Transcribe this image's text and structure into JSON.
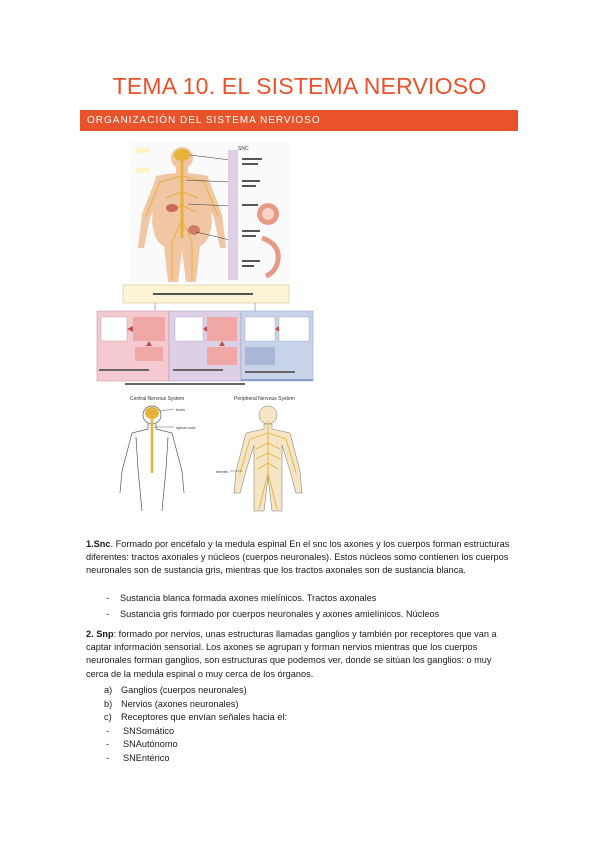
{
  "document": {
    "title": "TEMA 10. EL SISTEMA NERVIOSO",
    "section_heading": "ORGANIZACIÓN DEL SISTEMA NERVIOSO"
  },
  "figures": {
    "top_label": "SNC",
    "bottom_left_caption": "Central Nervous System",
    "bottom_right_caption": "Peripheral Nervous System",
    "bottom_left_labels": [
      "brain",
      "spinal cord"
    ],
    "bottom_right_labels": [
      "nerves"
    ]
  },
  "snc": {
    "prefix": "1.Snc",
    "text": ". Formado por encéfalo y la medula espinal En el snc los axones y los cuerpos forman estructuras diferentes: tractos axonales y núcleos (cuerpos neuronales). Estos núcleos somo contienen los cuerpos neuronales son de sustancia gris, mientras que los tractos axonales son de sustancia blanca.",
    "bullets": [
      {
        "marker": "-",
        "text": "Sustancia blanca formada axones mielínicos. Tractos axonales"
      },
      {
        "marker": "-",
        "text": "Sustancia gris formado por cuerpos neuronales y axones amielínicos. Núcleos"
      }
    ]
  },
  "snp": {
    "prefix": "2. Snp",
    "text": ": formado por nervios, unas estructuras llamadas ganglios y también por receptores que van a captar información sensorial.  Los axones se agrupan y forman nervios mientras que los cuerpos neuronales forman ganglios, son estructuras que podemos ver, donde se sitúan los ganglios: o muy cerca de la medula espinal o muy cerca de los órganos.",
    "items": [
      {
        "marker": "a)",
        "text": "Ganglios (cuerpos neuronales)"
      },
      {
        "marker": "b)",
        "text": "Nervios (axones neuronales)"
      },
      {
        "marker": "c)",
        "text": "Receptores que envían señales hacia el:"
      }
    ],
    "subitems": [
      {
        "marker": "-",
        "text": "SNSomático"
      },
      {
        "marker": "-",
        "text": "SNAutónomo"
      },
      {
        "marker": "-",
        "text": "SNEntérico"
      }
    ]
  },
  "colors": {
    "accent": "#e8532b",
    "skin": "#f1c6a4",
    "nerve": "#e6b23a",
    "purple_panel": "#ddd0e6",
    "pink_box": "#f2a7a7",
    "blue_box": "#a9b8d8"
  }
}
